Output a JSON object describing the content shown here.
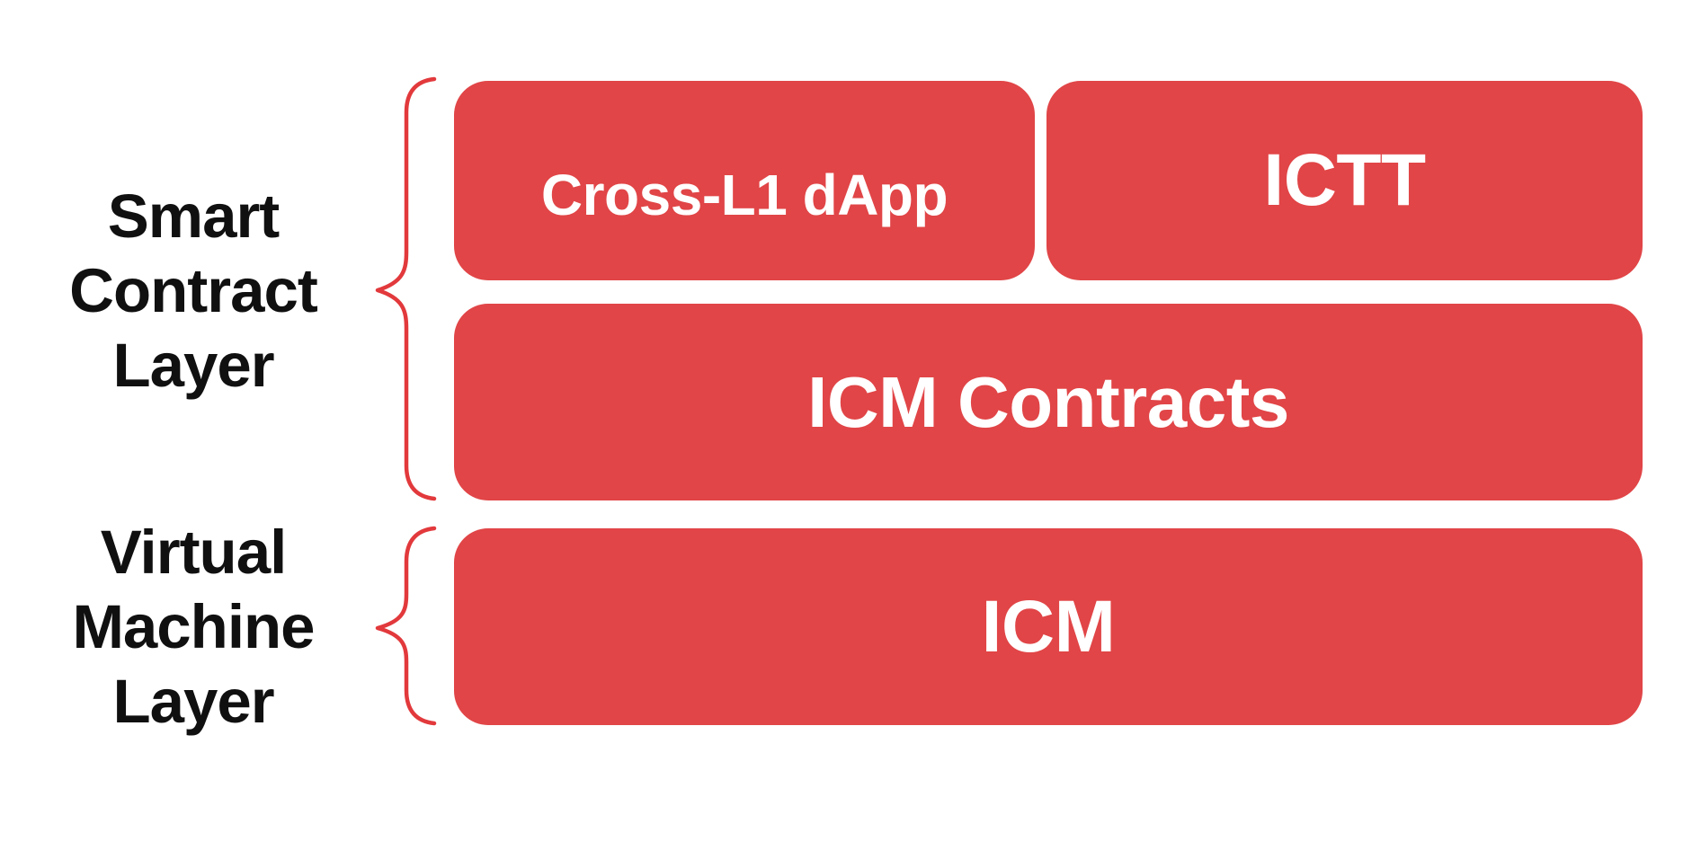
{
  "colors": {
    "background": "#ffffff",
    "box_red": "#e14547",
    "brace_red": "#e2393c",
    "box_text": "#ffffff",
    "label_text": "#101010"
  },
  "layers": [
    {
      "name": "Smart Contract Layer",
      "lines": [
        "Smart",
        "Contract",
        "Layer"
      ]
    },
    {
      "name": "Virtual Machine Layer",
      "lines": [
        "Virtual",
        "Machine",
        "Layer"
      ]
    }
  ],
  "boxes": [
    {
      "label": "Cross-L1 dApp"
    },
    {
      "label": "ICTT"
    },
    {
      "label": "ICM Contracts"
    },
    {
      "label": "ICM"
    }
  ]
}
